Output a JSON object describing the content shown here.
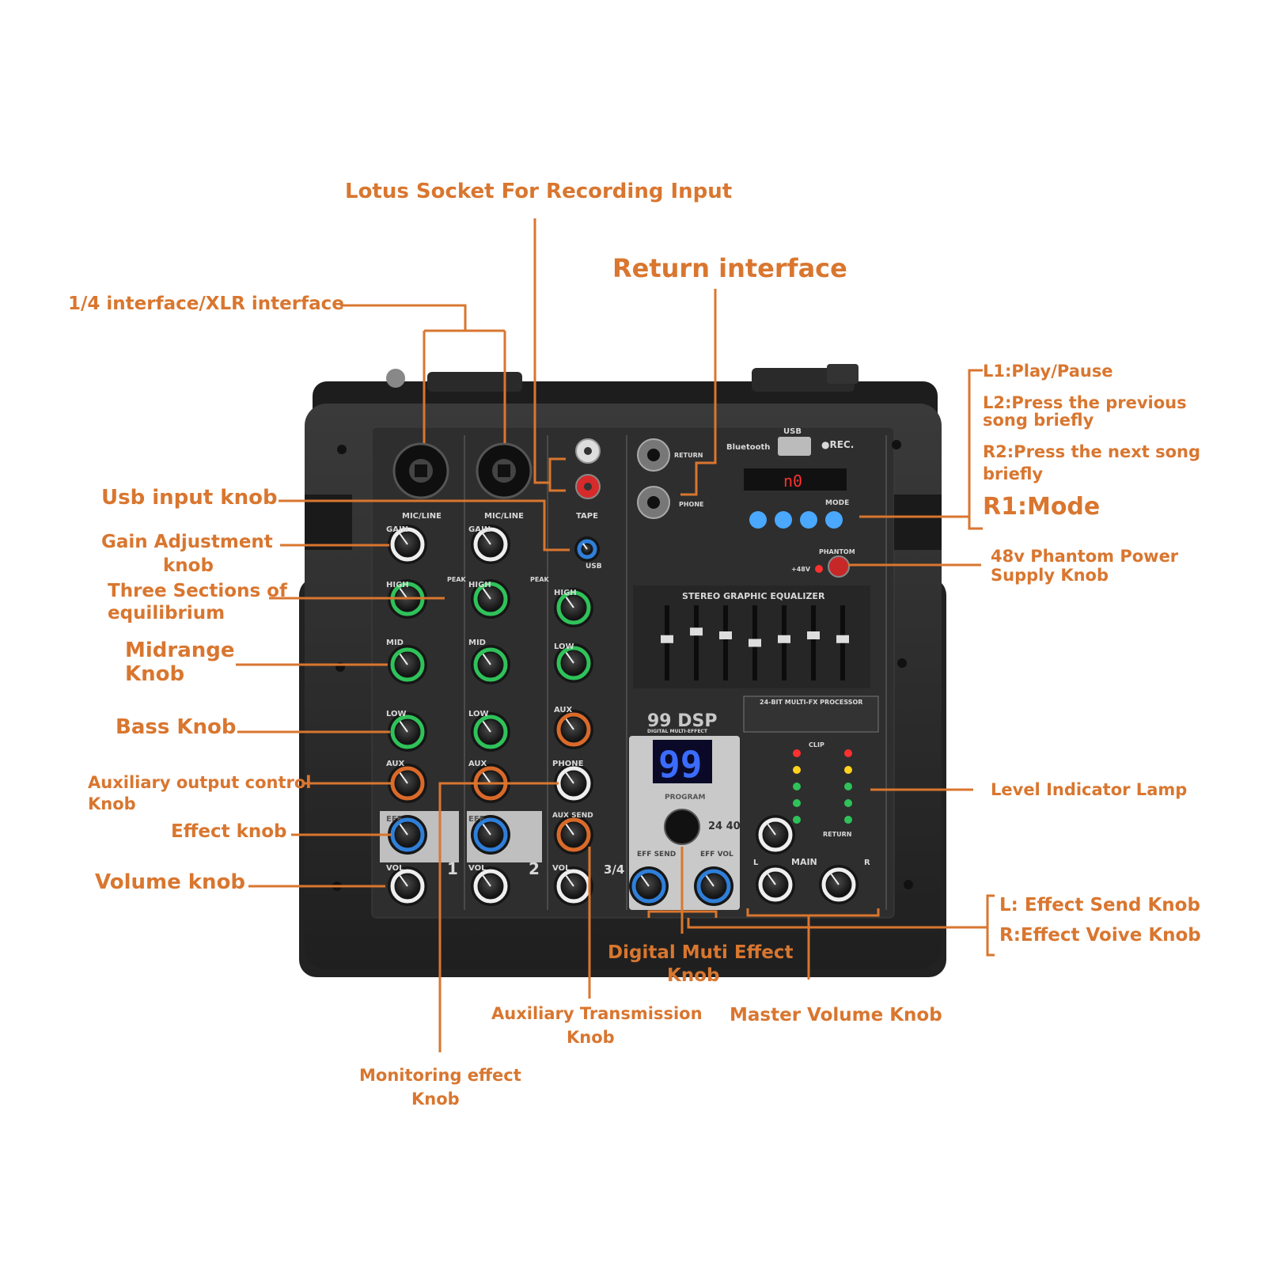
{
  "labels": {
    "lotus_socket": "Lotus Socket For Recording Input",
    "return_interface": "Return interface",
    "xlr_interface": "1/4 interface/XLR interface",
    "usb_input_knob": "Usb input knob",
    "gain_knob_1": "Gain Adjustment",
    "gain_knob_2": "knob",
    "three_sections_1": "Three Sections of",
    "three_sections_2": "equilibrium",
    "midrange_1": "Midrange",
    "midrange_2": "Knob",
    "bass_knob": "Bass Knob",
    "aux_output_1": "Auxiliary output control",
    "aux_output_2": "Knob",
    "effect_knob": "Effect knob",
    "volume_knob": "Volume knob",
    "l1": "L1:Play/Pause",
    "l2_1": "L2:Press the previous",
    "l2_2": "song briefly",
    "r2_1": "R2:Press the next song",
    "r2_2": "briefly",
    "r1": "R1:Mode",
    "phantom_1": "48v Phantom Power",
    "phantom_2": "Supply Knob",
    "level_lamp": "Level Indicator Lamp",
    "effect_send_l": "L: Effect Send Knob",
    "effect_voice_r": "R:Effect Voive Knob",
    "digital_effect_1": "Digital Muti Effect",
    "digital_effect_2": "Knob",
    "aux_transmission_1": "Auxiliary Transmission",
    "aux_transmission_2": "Knob",
    "master_volume": "Master Volume Knob",
    "monitoring_1": "Monitoring effect",
    "monitoring_2": "Knob"
  },
  "device": {
    "channel_1": "1",
    "channel_2": "2",
    "channel_34": "3/4",
    "mic_line": "MIC/LINE",
    "tape": "TAPE",
    "gain": "GAIN",
    "high": "HIGH",
    "mid": "MID",
    "low": "LOW",
    "aux": "AUX",
    "eff": "EFF",
    "vol": "VOL",
    "phone": "PHONE",
    "aux_send": "AUX SEND",
    "peak": "PEAK",
    "usb": "USB",
    "bluetooth": "Bluetooth",
    "rec": "●REC.",
    "mode": "MODE",
    "mp3_display": "n0",
    "phantom": "PHANTOM",
    "plus48v": "+48V",
    "stereo_eq": "STEREO GRAPHIC EQUALIZER",
    "dsp_brand": "99 DSP",
    "dsp_sub": "DIGITAL MULTI-EFFECT",
    "fx_processor": "24-BIT MULTI-FX PROCESSOR",
    "program_display": "99",
    "program": "PROGRAM",
    "bit_badge": "24 40",
    "eff_send": "EFF SEND",
    "eff_vol": "EFF VOL",
    "main": "MAIN",
    "main_l": "L",
    "main_r": "R",
    "clip": "CLIP",
    "return": "RETURN",
    "return_jack": "RETURN"
  },
  "colors": {
    "label": "#d9762f",
    "panel": "#2b2b2b",
    "knob_green": "#2fc25a",
    "knob_orange": "#d96a2a",
    "knob_blue": "#2f7fd9",
    "display_blue": "#3a6cff",
    "display_red": "#ff3030"
  }
}
